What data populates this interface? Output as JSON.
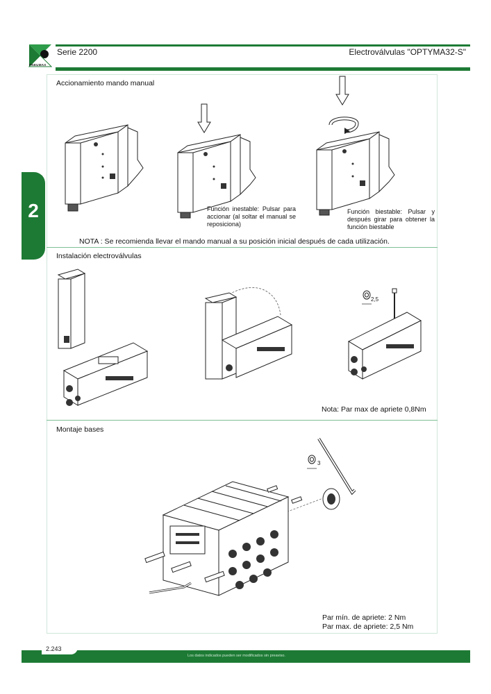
{
  "header": {
    "series": "Serie 2200",
    "product": "Electroválvulas \"OPTYMA32-S\"",
    "logo_text": "PNEUMAX"
  },
  "chapter_tab": "2",
  "sections": {
    "manual": {
      "title": "Accionamiento mando manual",
      "caption_unstable": "Función inestable: Pulsar para accionar (al soltar el manual se reposiciona)",
      "caption_bistable": "Función biestable: Pulsar y después girar para obtener la función biestable",
      "note": "NOTA : Se recomienda llevar el mando manual a su posición inicial después de cada utilización."
    },
    "install": {
      "title": "Instalación electroválvulas",
      "hex_size": "2,5",
      "note": "Nota: Par max de apriete 0,8Nm"
    },
    "bases": {
      "title": "Montaje bases",
      "hex_size": "3",
      "torque_min": "Par mín. de apriete: 2 Nm",
      "torque_max": "Par max. de apriete: 2,5 Nm"
    }
  },
  "footer": {
    "page": "2.243",
    "disclaimer": "Los datos indicados pueden ser modificados sin preaviso."
  },
  "colors": {
    "brand_green": "#1d7a34"
  }
}
